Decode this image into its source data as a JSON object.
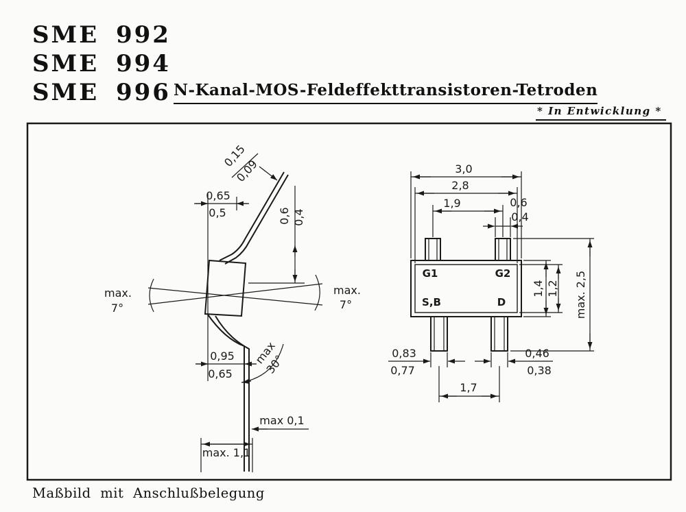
{
  "header": {
    "models": [
      "SME 992",
      "SME 994",
      "SME 996"
    ],
    "title": "N-Kanal-MOS-Feldeffekttransistoren-Tetroden",
    "status_note": "* In Entwicklung *"
  },
  "caption": "Maßbild mit Anschlußbelegung",
  "colors": {
    "ink": "#1a1a1a",
    "paper": "#fbfbf9"
  },
  "side_view": {
    "lead_thickness": {
      "max": "0,15",
      "min": "0,09"
    },
    "shoulder_width": {
      "max": "0,65",
      "min": "0,5"
    },
    "lead_width": {
      "max": "0,6",
      "min": "0,4"
    },
    "side_angle_left": {
      "label": "max.",
      "value": "7°"
    },
    "side_angle_right": {
      "label": "max.",
      "value": "7°"
    },
    "bend": {
      "max": "0,95",
      "min": "0,65"
    },
    "bend_angle": {
      "label": "max",
      "value": "30°"
    },
    "tip_offset": "max 0,1",
    "standoff": "max. 1,1"
  },
  "top_view": {
    "pins": {
      "gate1": "G1",
      "gate2": "G2",
      "source_bulk": "S,B",
      "drain": "D"
    },
    "body_width_outer": "3,0",
    "body_width_inner": "2,8",
    "top_lead_pitch": "1,9",
    "top_lead_width": {
      "max": "0,6",
      "min": "0,4"
    },
    "body_height": {
      "max": "1,4",
      "min": "1,2"
    },
    "overall_length": "max. 2,5",
    "left_lead_width": {
      "max": "0,83",
      "min": "0,77"
    },
    "right_lead_width": {
      "max": "0,46",
      "min": "0,38"
    },
    "bottom_lead_pitch": "1,7"
  }
}
